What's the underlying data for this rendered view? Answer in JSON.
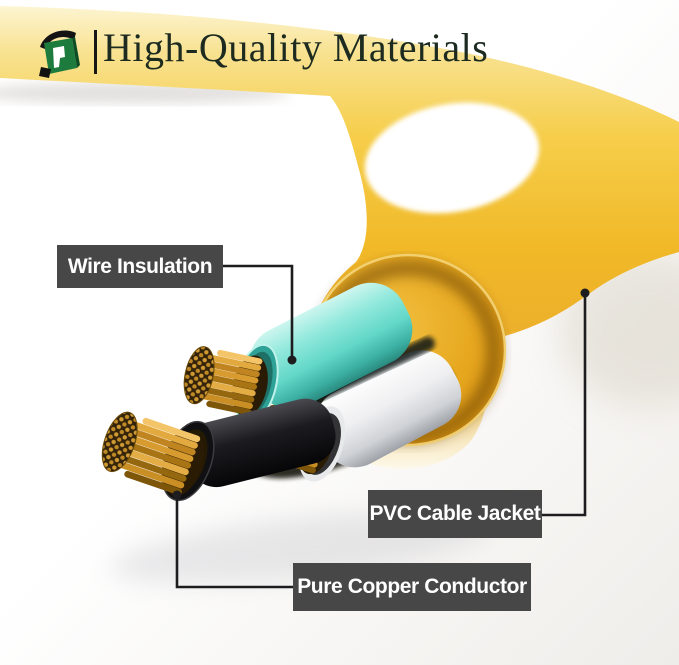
{
  "header": {
    "title": "High-Quality Materials",
    "title_color": "#1c2a1f",
    "logo_icon": "brand-logo-icon",
    "logo_green": "#1e7b3e"
  },
  "callouts": {
    "style": {
      "background": "#474747",
      "text_color": "#ffffff",
      "line_color": "#1d1d1f"
    },
    "items": [
      {
        "id": "wire_insulation",
        "label": "Wire Insulation"
      },
      {
        "id": "pvc_cable_jacket",
        "label": "PVC Cable Jacket"
      },
      {
        "id": "pure_copper_conductor",
        "label": "Pure Copper Conductor"
      }
    ]
  },
  "diagram": {
    "subject": "Cut-away of a 3-wire electrical cable",
    "parts": [
      {
        "name": "PVC cable jacket",
        "color": "#f1b928"
      },
      {
        "name": "wire insulation (cyan)",
        "color": "#64d8c9"
      },
      {
        "name": "wire insulation (white)",
        "color": "#efeff1"
      },
      {
        "name": "wire insulation (black)",
        "color": "#141416"
      },
      {
        "name": "pure copper conductor",
        "color": "#cd9226"
      }
    ]
  }
}
